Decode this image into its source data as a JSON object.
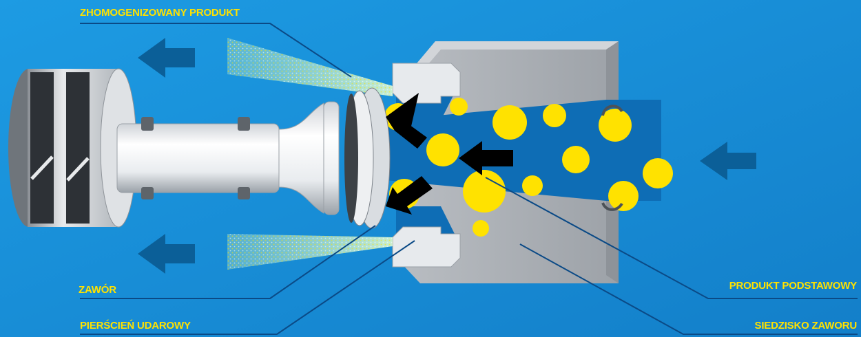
{
  "labels": {
    "homogenized_product": "ZHOMOGENIZOWANY PRODUKT",
    "valve": "ZAWÓR",
    "impact_ring": "PIERŚCIEŃ UDAROWY",
    "base_product": "PRODUKT PODSTAWOWY",
    "valve_seat": "SIEDZISKO ZAWORU"
  },
  "colors": {
    "background": "#1a8fd8",
    "label_text": "#ffe200",
    "flow_arrow": "#0b5f98",
    "product_particle": "#ffe200",
    "product_stream": "#0e6db5",
    "pressure_arrow": "#000000"
  }
}
